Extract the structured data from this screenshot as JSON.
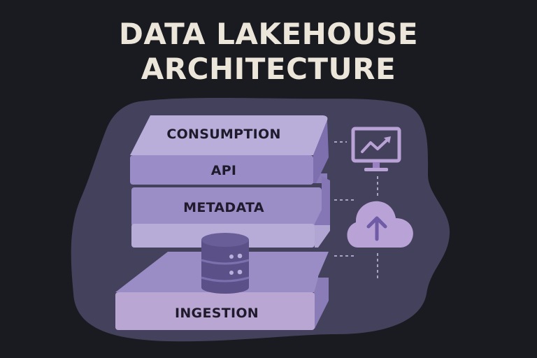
{
  "title": {
    "line1": "DATA LAKEHOUSE",
    "line2": "ARCHITECTURE"
  },
  "layers": [
    {
      "id": "consumption",
      "label": "CONSUMPTION"
    },
    {
      "id": "api",
      "label": "API"
    },
    {
      "id": "metadata",
      "label": "METADATA"
    },
    {
      "id": "storage",
      "label": "",
      "icon": "database-icon"
    },
    {
      "id": "ingestion",
      "label": "INGESTION"
    }
  ],
  "side_icons": [
    {
      "name": "monitor-chart-icon",
      "meaning": "analytics dashboard"
    },
    {
      "name": "cloud-upload-icon",
      "meaning": "cloud upload"
    }
  ],
  "colors": {
    "background": "#1a1b20",
    "blob": "#44415c",
    "title": "#ece6da",
    "layer_light": "#b6abd6",
    "layer_mid": "#9a8cc4",
    "layer_dark": "#7d6fae",
    "icon": "#b9a2d6",
    "database": "#5c5088",
    "label_text": "#1f1b2c"
  }
}
